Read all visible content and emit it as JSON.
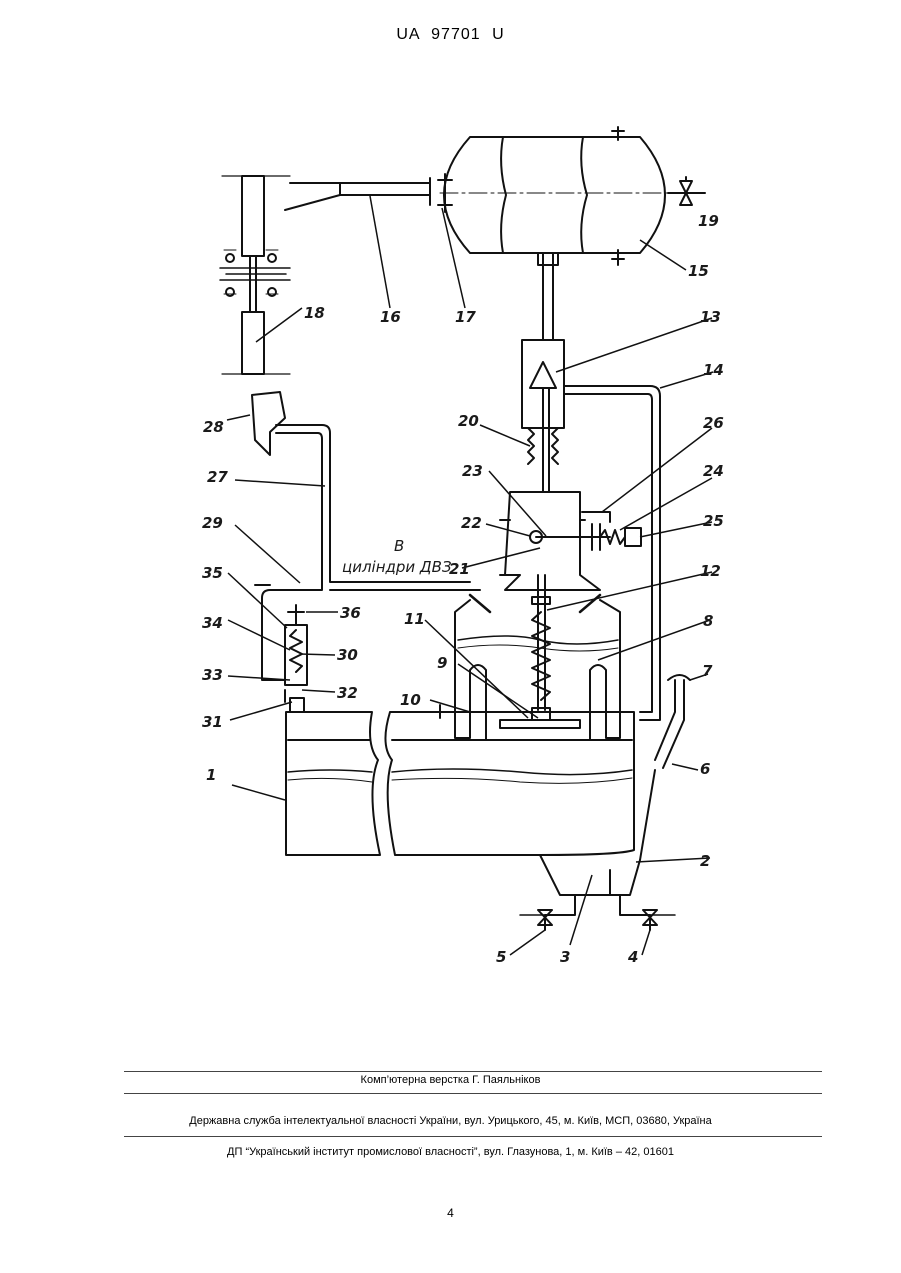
{
  "header": {
    "patent_number": "UA   97701   U"
  },
  "figure": {
    "labels": [
      "1",
      "2",
      "3",
      "4",
      "5",
      "6",
      "7",
      "8",
      "9",
      "10",
      "11",
      "12",
      "13",
      "14",
      "15",
      "16",
      "17",
      "18",
      "19",
      "20",
      "21",
      "22",
      "23",
      "24",
      "25",
      "26",
      "27",
      "28",
      "29",
      "30",
      "31",
      "32",
      "33",
      "34",
      "35",
      "36"
    ],
    "note_line1": "В",
    "note_line2": "циліндри ДВЗ"
  },
  "footer": {
    "layout_credit": "Комп’ютерна верстка Г. Паяльніков",
    "agency": "Державна служба інтелектуальної власності України, вул. Урицького, 45, м. Київ, МСП, 03680, Україна",
    "institute": "ДП “Український інститут промислової власності”, вул. Глазунова, 1, м. Київ – 42, 01601"
  },
  "page_number": "4"
}
